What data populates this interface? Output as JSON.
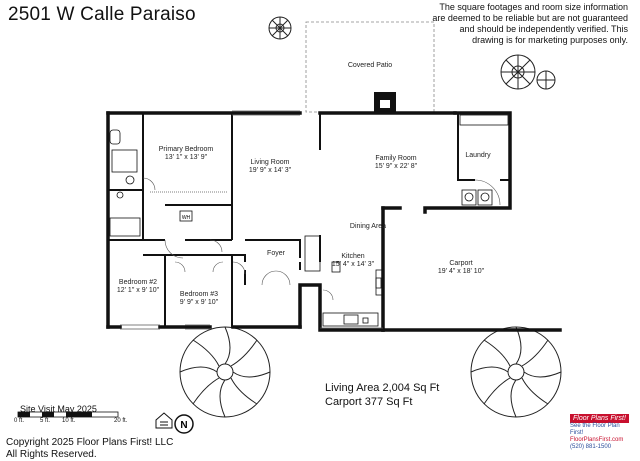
{
  "header": {
    "address": "2501 W Calle Paraiso",
    "disclaimer": "The square footages and room size information are deemed to be reliable but are not guaranteed and should be independently verified. This drawing is for marketing purposes only."
  },
  "rooms": {
    "covered_patio": {
      "label": "Covered Patio"
    },
    "primary_bedroom": {
      "label": "Primary Bedroom",
      "dims": "13' 1\" x 13' 9\""
    },
    "living_room": {
      "label": "Living Room",
      "dims": "19' 9\" x 14' 3\""
    },
    "family_room": {
      "label": "Family Room",
      "dims": "15' 9\" x 22' 8\""
    },
    "laundry": {
      "label": "Laundry"
    },
    "dining_area": {
      "label": "Dining Area"
    },
    "foyer": {
      "label": "Foyer"
    },
    "kitchen": {
      "label": "Kitchen",
      "dims": "15' 4\" x 14' 3\""
    },
    "carport": {
      "label": "Carport",
      "dims": "19' 4\" x 18' 10\""
    },
    "bedroom_2": {
      "label": "Bedroom #2",
      "dims": "12' 1\" x 9' 10\""
    },
    "bedroom_3": {
      "label": "Bedroom #3",
      "dims": "9' 9\" x 9' 10\""
    }
  },
  "fixtures": {
    "wh_label": "WH"
  },
  "summary": {
    "living_area": "Living Area 2,004 Sq Ft",
    "carport": "Carport 377 Sq Ft"
  },
  "footer": {
    "site_visit": "Site Visit May 2025",
    "scale": [
      "0 ft.",
      "5 ft.",
      "10 ft.",
      "20 ft."
    ],
    "copyright": "Copyright 2025 Floor Plans First! LLC",
    "rights": "All Rights Reserved.",
    "north_label": "N"
  },
  "brand": {
    "name": "Floor Plans First!",
    "tagline": "See the Floor Plan First!",
    "website": "FloorPlansFirst.com",
    "phone": "(520) 881-1500"
  }
}
